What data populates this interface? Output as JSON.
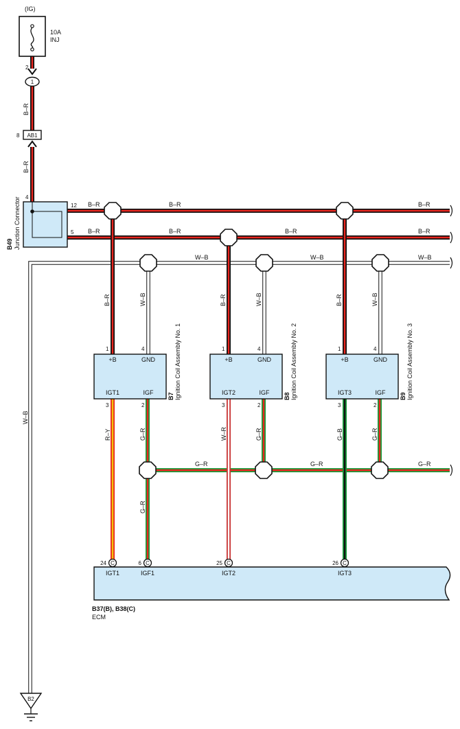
{
  "colors": {
    "B-R": {
      "outer": "#111111",
      "inner": "#e8261f"
    },
    "W-B": {
      "outer": "#111111",
      "inner": "#ffffff"
    },
    "G-R": {
      "outer": "#1a9a3b",
      "inner": "#e8261f"
    },
    "R-Y": {
      "outer": "#e8261f",
      "inner": "#f2c40c"
    },
    "W-R": {
      "outer": "#c83232",
      "inner": "#ffffff"
    },
    "G-B": {
      "outer": "#1a9a3b",
      "inner": "#111111"
    },
    "box_fill": "#cfe9f8"
  },
  "fuse": {
    "supply": "(IG)",
    "rating": "10A",
    "name": "INJ",
    "pin": "2"
  },
  "connectors": {
    "c1": "1",
    "ab1": "AB1",
    "ab1_pin": "8",
    "ground": "B2"
  },
  "junction": {
    "code": "B49",
    "name": "Junction Connector",
    "pin_in": "4",
    "pin_top": "12",
    "pin_bottom": "5"
  },
  "wire_labels": {
    "br": "B–R",
    "wb": "W–B",
    "gr": "G–R",
    "ry": "R–Y",
    "wr": "W–R",
    "gb": "G–B"
  },
  "coils": [
    {
      "code": "B7",
      "name": "Ignition Coil Assembly No. 1",
      "pB": "+B",
      "pGND": "GND",
      "pIGT": "IGT1",
      "pIGF": "IGF",
      "n1": "1",
      "n4": "4",
      "n3": "3",
      "n2": "2"
    },
    {
      "code": "B8",
      "name": "Ignition Coil Assembly No. 2",
      "pB": "+B",
      "pGND": "GND",
      "pIGT": "IGT2",
      "pIGF": "IGF",
      "n1": "1",
      "n4": "4",
      "n3": "3",
      "n2": "2"
    },
    {
      "code": "B9",
      "name": "Ignition Coil Assembly No. 3",
      "pB": "+B",
      "pGND": "GND",
      "pIGT": "IGT3",
      "pIGF": "IGF",
      "n1": "1",
      "n4": "4",
      "n3": "3",
      "n2": "2"
    }
  ],
  "ecm": {
    "code": "B37(B), B38(C)",
    "name": "ECM",
    "conn": "C",
    "pins": [
      {
        "num": "24",
        "name": "IGT1"
      },
      {
        "num": "6",
        "name": "IGF1"
      },
      {
        "num": "25",
        "name": "IGT2"
      },
      {
        "num": "26",
        "name": "IGT3"
      }
    ]
  }
}
